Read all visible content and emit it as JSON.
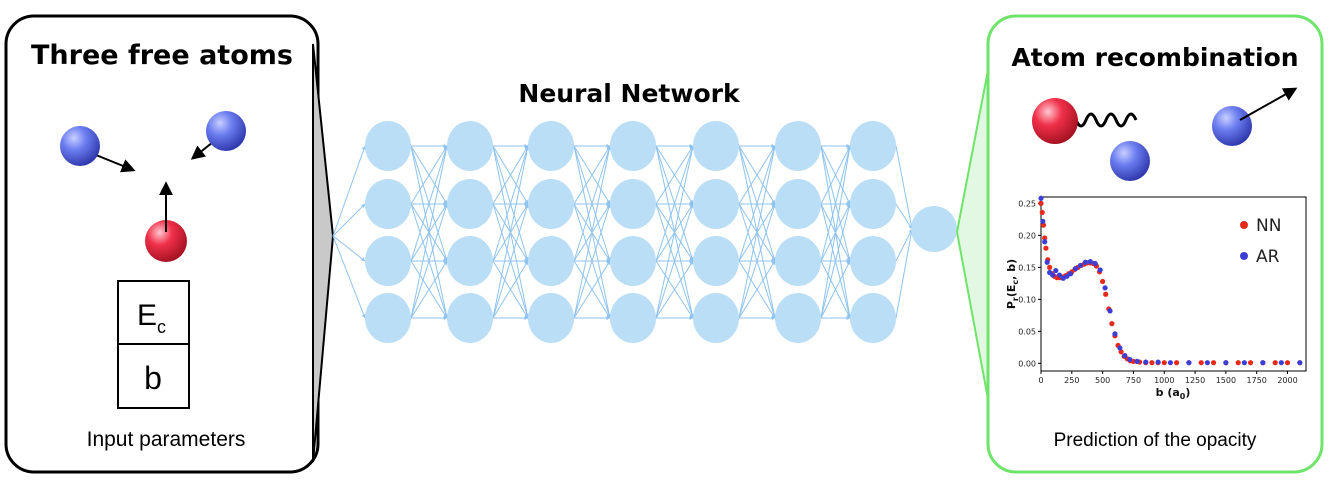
{
  "left_panel": {
    "title": "Three free atoms",
    "param_1": "E",
    "param_1_sub": "c",
    "param_2": "b",
    "caption": "Input parameters"
  },
  "network": {
    "title": "Neural Network",
    "hidden_layers": 7,
    "nodes_per_layer": 4,
    "outputs": 1,
    "node_color": "#badef6",
    "edge_color": "#8ec3ef"
  },
  "right_panel": {
    "title": "Atom recombination",
    "caption": "Prediction of the opacity",
    "border_color": "#6ee46a"
  },
  "colors": {
    "red_atom": "#e8243c",
    "blue_atom": "#5b6de8",
    "nn_series": "#e8291c",
    "ar_series": "#3b3fd8"
  },
  "chart_data": {
    "type": "scatter",
    "xlabel": "b (a",
    "xlabel_sub": "0",
    "xlabel_end": ")",
    "ylabel": "P",
    "ylabel_sub": "r",
    "ylabel_args": "(E",
    "ylabel_args_sub": "c",
    "ylabel_end": ", b)",
    "xlim": [
      0,
      2150
    ],
    "ylim": [
      -0.012,
      0.26
    ],
    "xticks": [
      "0",
      "250",
      "500",
      "750",
      "1000",
      "1250",
      "1500",
      "1750",
      "2000"
    ],
    "yticks": [
      "0.00",
      "0.05",
      "0.10",
      "0.15",
      "0.20",
      "0.25"
    ],
    "legend_position": "top-right",
    "series": [
      {
        "name": "NN",
        "x": [
          0,
          10,
          20,
          30,
          40,
          55,
          70,
          90,
          110,
          130,
          150,
          175,
          200,
          225,
          250,
          275,
          300,
          325,
          350,
          375,
          400,
          425,
          450,
          475,
          500,
          525,
          550,
          575,
          600,
          625,
          650,
          675,
          700,
          725,
          750,
          800,
          850,
          900,
          950,
          1000,
          1100,
          1200,
          1300,
          1400,
          1500,
          1600,
          1700,
          1800,
          1900,
          2000,
          2100
        ],
        "y": [
          0.25,
          0.236,
          0.216,
          0.196,
          0.18,
          0.162,
          0.15,
          0.14,
          0.136,
          0.134,
          0.134,
          0.135,
          0.137,
          0.14,
          0.143,
          0.147,
          0.15,
          0.153,
          0.155,
          0.157,
          0.157,
          0.156,
          0.152,
          0.143,
          0.128,
          0.108,
          0.085,
          0.062,
          0.043,
          0.028,
          0.018,
          0.011,
          0.007,
          0.004,
          0.003,
          0.002,
          0.001,
          0.001,
          0.001,
          0.001,
          0.001,
          0.001,
          0.001,
          0.001,
          0.001,
          0.001,
          0.001,
          0.001,
          0.001,
          0.001,
          0.001
        ]
      },
      {
        "name": "AR",
        "x": [
          0,
          15,
          30,
          50,
          70,
          95,
          120,
          150,
          180,
          210,
          240,
          280,
          320,
          360,
          400,
          440,
          480,
          520,
          560,
          600,
          640,
          680,
          720,
          780,
          850,
          950,
          1050,
          1200,
          1350,
          1500,
          1650,
          1800,
          1950,
          2100
        ],
        "y": [
          0.258,
          0.222,
          0.19,
          0.158,
          0.142,
          0.138,
          0.145,
          0.138,
          0.133,
          0.136,
          0.14,
          0.148,
          0.153,
          0.158,
          0.159,
          0.156,
          0.146,
          0.118,
          0.082,
          0.046,
          0.024,
          0.012,
          0.006,
          0.003,
          0.002,
          0.002,
          0.001,
          0.001,
          0.001,
          0.001,
          0.001,
          0.001,
          0.001,
          0.001
        ]
      }
    ]
  }
}
